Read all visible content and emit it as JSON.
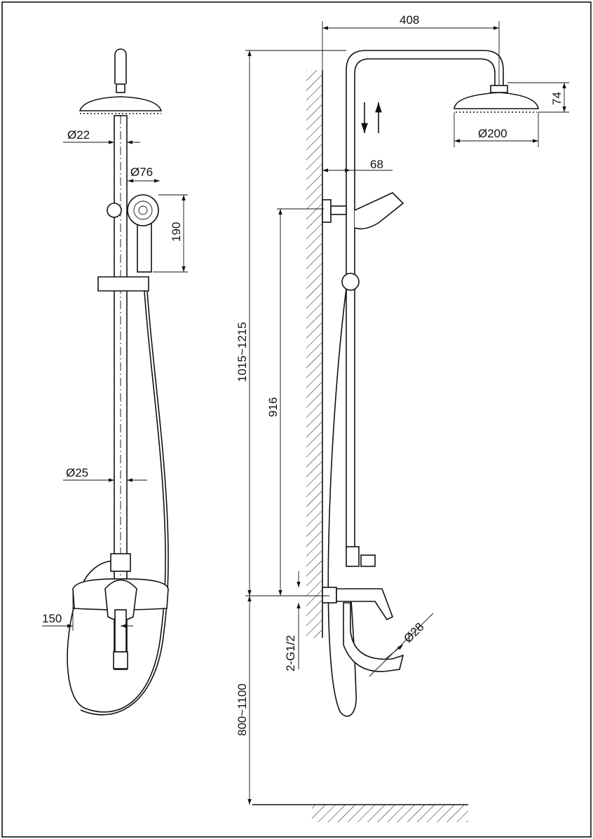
{
  "title": "Shower system dimension drawing",
  "front_view": {
    "pipe_top_diameter": "Ø22",
    "hand_shower_diameter": "Ø76",
    "hand_shower_length": "190",
    "pipe_bottom_diameter": "Ø25",
    "mixer_offset": "150"
  },
  "side_view": {
    "arm_reach": "408",
    "head_height": "74",
    "head_diameter": "Ø200",
    "wall_offset": "68",
    "total_height_range": "1015~1215",
    "holder_height": "916",
    "inlet_connection": "2-G1/2",
    "spout_diameter": "Ø28",
    "mount_height_range": "800~1100"
  }
}
